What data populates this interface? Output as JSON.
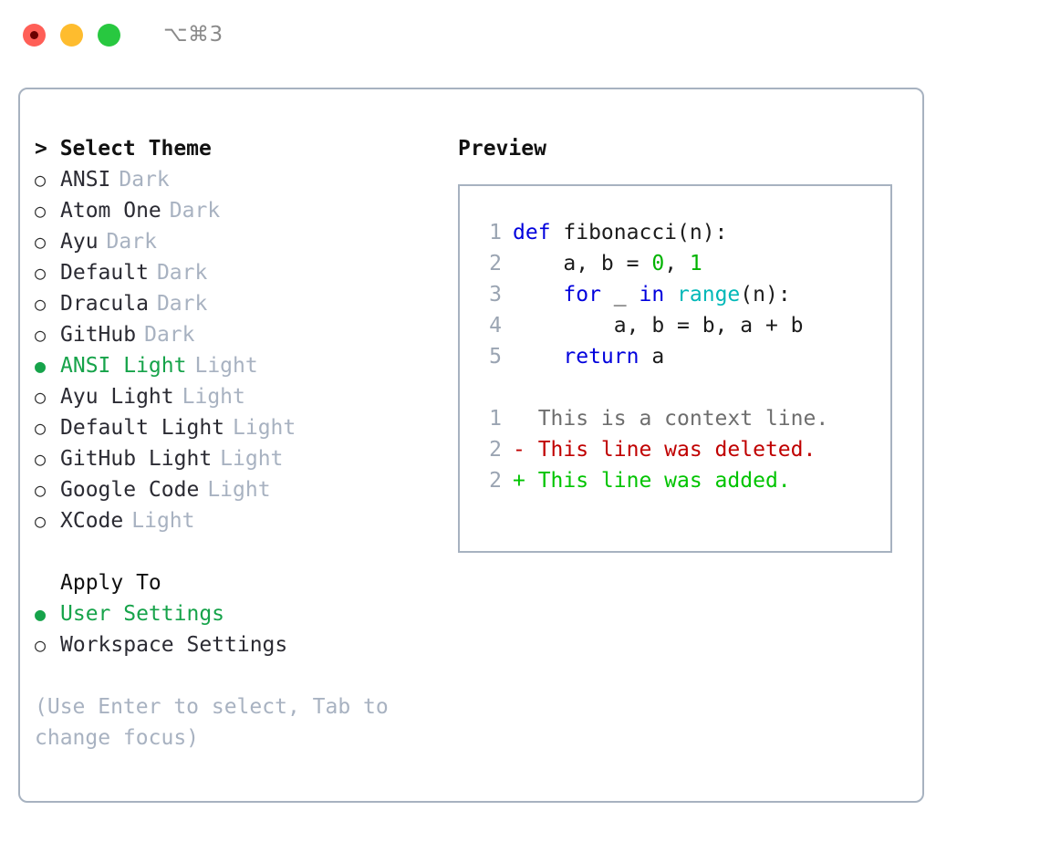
{
  "titlebar": {
    "buttons": [
      "close",
      "minimize",
      "maximize"
    ],
    "shortcut": "⌥⌘3"
  },
  "theme_selector": {
    "heading": "> Select Theme",
    "items": [
      {
        "bullet": "○",
        "label": "ANSI",
        "tag": "Dark",
        "selected": false
      },
      {
        "bullet": "○",
        "label": "Atom One",
        "tag": "Dark",
        "selected": false
      },
      {
        "bullet": "○",
        "label": "Ayu",
        "tag": "Dark",
        "selected": false
      },
      {
        "bullet": "○",
        "label": "Default",
        "tag": "Dark",
        "selected": false
      },
      {
        "bullet": "○",
        "label": "Dracula",
        "tag": "Dark",
        "selected": false
      },
      {
        "bullet": "○",
        "label": "GitHub",
        "tag": "Dark",
        "selected": false
      },
      {
        "bullet": "●",
        "label": "ANSI Light",
        "tag": "Light",
        "selected": true
      },
      {
        "bullet": "○",
        "label": "Ayu Light",
        "tag": "Light",
        "selected": false
      },
      {
        "bullet": "○",
        "label": "Default Light",
        "tag": "Light",
        "selected": false
      },
      {
        "bullet": "○",
        "label": "GitHub Light",
        "tag": "Light",
        "selected": false
      },
      {
        "bullet": "○",
        "label": "Google Code",
        "tag": "Light",
        "selected": false
      },
      {
        "bullet": "○",
        "label": "XCode",
        "tag": "Light",
        "selected": false
      }
    ]
  },
  "apply_to": {
    "heading": "Apply To",
    "items": [
      {
        "bullet": "●",
        "label": "User Settings",
        "selected": true
      },
      {
        "bullet": "○",
        "label": "Workspace Settings",
        "selected": false
      }
    ]
  },
  "hint": "(Use Enter to select, Tab to change focus)",
  "preview": {
    "heading": "Preview",
    "code_lines": [
      {
        "no": "1",
        "segments": [
          {
            "text": "def ",
            "style": "tok-kw"
          },
          {
            "text": "fibonacci(n):",
            "style": "code-text"
          }
        ]
      },
      {
        "no": "2",
        "segments": [
          {
            "text": "    a, b = ",
            "style": "code-text"
          },
          {
            "text": "0",
            "style": "tok-num"
          },
          {
            "text": ", ",
            "style": "code-text"
          },
          {
            "text": "1",
            "style": "tok-num"
          }
        ]
      },
      {
        "no": "3",
        "segments": [
          {
            "text": "    ",
            "style": "code-text"
          },
          {
            "text": "for",
            "style": "tok-kw"
          },
          {
            "text": " _ ",
            "style": "code-text"
          },
          {
            "text": "in",
            "style": "tok-kw"
          },
          {
            "text": " ",
            "style": "code-text"
          },
          {
            "text": "range",
            "style": "tok-fn"
          },
          {
            "text": "(n):",
            "style": "code-text"
          }
        ]
      },
      {
        "no": "4",
        "segments": [
          {
            "text": "        a, b = b, a + b",
            "style": "code-text"
          }
        ]
      },
      {
        "no": "5",
        "segments": [
          {
            "text": "    ",
            "style": "code-text"
          },
          {
            "text": "return",
            "style": "tok-kw"
          },
          {
            "text": " a",
            "style": "code-text"
          }
        ]
      }
    ],
    "diff_lines": [
      {
        "no": "1",
        "text": "  This is a context line.",
        "style": "diff-ctx"
      },
      {
        "no": "2",
        "text": "- This line was deleted.",
        "style": "diff-del"
      },
      {
        "no": "2",
        "text": "+ This line was added.",
        "style": "diff-add"
      }
    ]
  },
  "colors": {
    "accent_green": "#16a34a",
    "border": "#a7b2c0",
    "muted": "#a8b2c1",
    "keyword": "#0000dd",
    "function": "#00b8b8",
    "number": "#00b300",
    "diff_delete": "#c00000",
    "diff_add": "#00c400"
  }
}
